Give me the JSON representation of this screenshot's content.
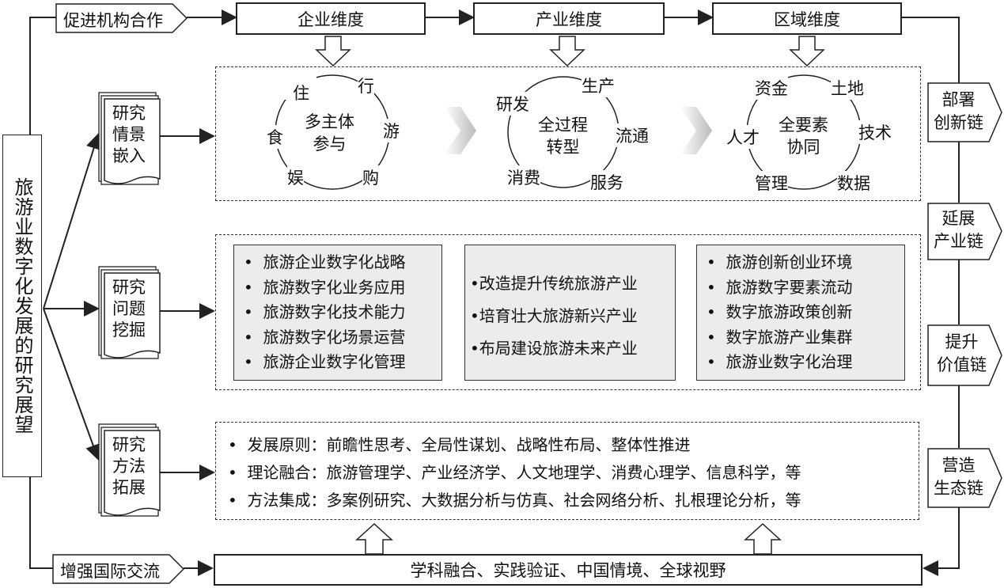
{
  "left_title": "旅游业数字化发展的研究展望",
  "top_left_tag": "促进机构合作",
  "bottom_left_tag": "增强国际交流",
  "dimensions": [
    "企业维度",
    "产业维度",
    "区域维度"
  ],
  "research_docs": [
    "研究\n情景\n嵌入",
    "研究\n问题\n挖掘",
    "研究\n方法\n拓展"
  ],
  "right_tags": [
    "部署\n创新链",
    "延展\n产业链",
    "提升\n价值链",
    "营造\n生态链"
  ],
  "circle1": {
    "center": "多主体\n参与",
    "items": [
      "住",
      "行",
      "食",
      "游",
      "娱",
      "购"
    ]
  },
  "circle2": {
    "center": "全过程\n转型",
    "items": [
      "研发",
      "生产",
      "流通",
      "消费",
      "服务"
    ]
  },
  "circle3": {
    "center": "全要素\n协同",
    "items": [
      "资金",
      "土地",
      "人才",
      "技术",
      "管理",
      "数据"
    ]
  },
  "list1": [
    "旅游企业数字化战略",
    "旅游数字化业务应用",
    "旅游数字化技术能力",
    "旅游数字化场景运营",
    "旅游企业数字化管理"
  ],
  "list2": [
    "•改造提升传统旅游产业",
    "•培育壮大旅游新兴产业",
    "•布局建设旅游未来产业"
  ],
  "list3": [
    "旅游创新创业环境",
    "旅游数字要素流动",
    "数字旅游政策创新",
    "数字旅游产业集群",
    "旅游业数字化治理"
  ],
  "methods": [
    "发展原则：前瞻性思考、全局性谋划、战略性布局、整体性推进",
    "理论融合：旅游管理学、产业经济学、人文地理学、消费心理学、信息科学，等",
    "方法集成：多案例研究、大数据分析与仿真、社会网络分析、扎根理论分析，等"
  ],
  "bottom_bar": "学科融合、实践验证、中国情境、全球视野"
}
